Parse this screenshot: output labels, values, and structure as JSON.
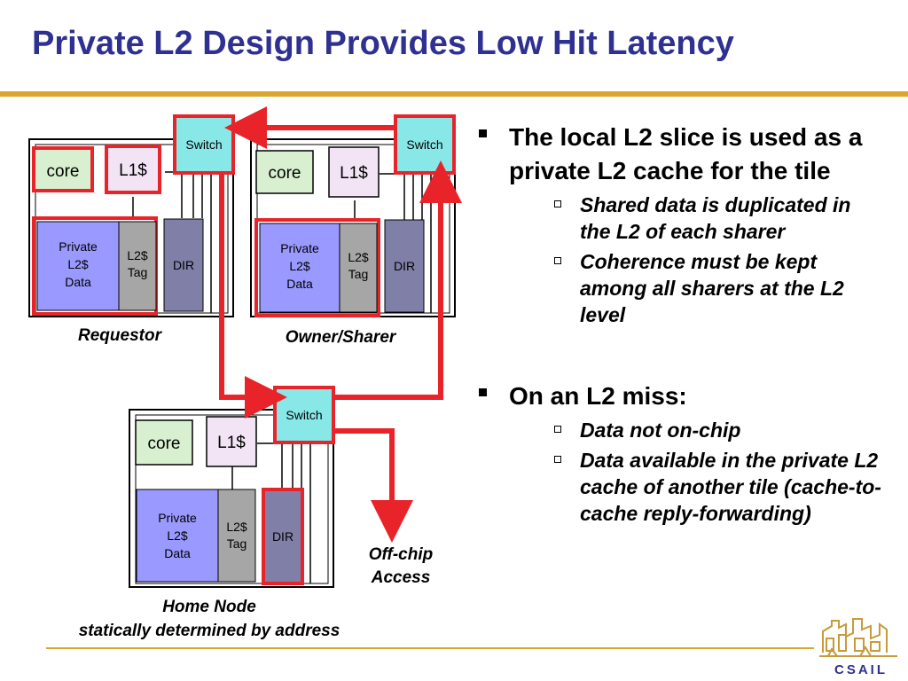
{
  "slide": {
    "title": "Private L2 Design Provides Low Hit Latency"
  },
  "colors": {
    "title": "#2e3192",
    "accent_rule": "#d9a62e",
    "highlight": "#e8242a",
    "core_fill": "#d9f0d0",
    "l1_fill": "#f2e4f5",
    "private_data_fill": "#9999ff",
    "tag_fill": "#a6a6a6",
    "dir_fill": "#7f7fa8",
    "switch_fill": "#88e8e8"
  },
  "diagram": {
    "switch_label": "Switch",
    "core_label": "core",
    "l1_label": "L1$",
    "private_data_lines": [
      "Private",
      "L2$",
      "Data"
    ],
    "tag_lines": [
      "L2$",
      "Tag"
    ],
    "dir_label": "DIR",
    "requestor_label": "Requestor",
    "owner_label": "Owner/Sharer",
    "home_node_label": "Home Node",
    "home_node_sub": "statically determined by address",
    "offchip_line1": "Off-chip",
    "offchip_line2": "Access"
  },
  "bullets": [
    {
      "text": "The local L2 slice is used as a private L2 cache for the tile",
      "subs": [
        "Shared data is duplicated in the L2 of each sharer",
        "Coherence must be kept among all sharers at the L2 level"
      ]
    },
    {
      "text": "On an L2 miss:",
      "subs": [
        "Data not on-chip",
        "Data available in the private L2 cache of another tile (cache-to-cache reply-forwarding)"
      ]
    }
  ],
  "logo": {
    "text": "CSAIL",
    "icon": "csail-buildings-logo"
  }
}
